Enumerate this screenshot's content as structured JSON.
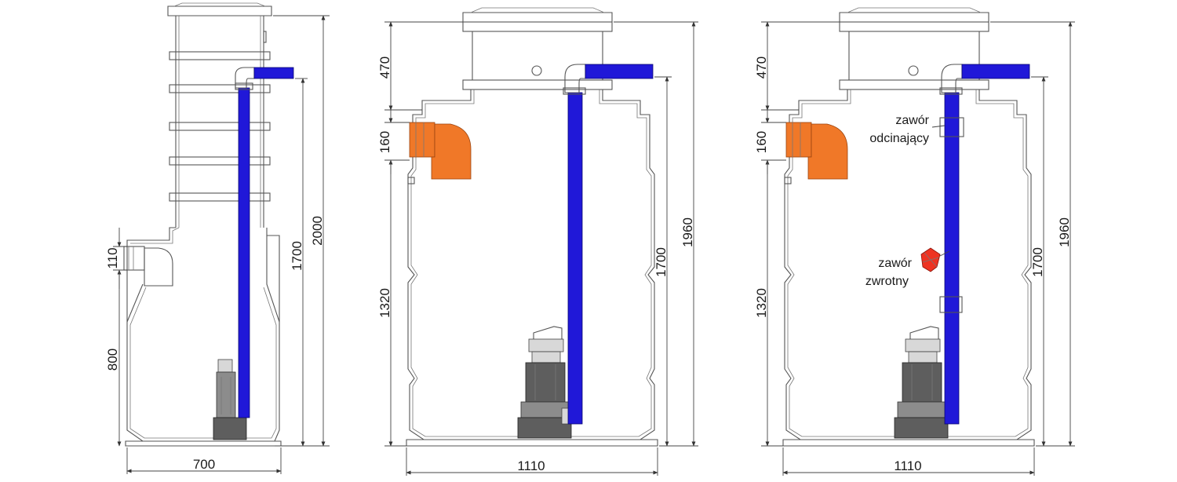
{
  "colors": {
    "pipe_blue": "#2018d8",
    "inlet_orange": "#f07828",
    "valve_red": "#ee3322",
    "outline_gray": "#555555"
  },
  "diagrams": [
    {
      "id": "left",
      "dims": {
        "top_height": "2000",
        "riser_height": "1700",
        "inlet_size": "110",
        "inlet_height": "800",
        "width": "700"
      }
    },
    {
      "id": "middle",
      "dims": {
        "cover_height": "470",
        "inlet_size": "160",
        "lower_height": "1320",
        "pipe_height": "1700",
        "total_height": "1960",
        "width": "1110"
      }
    },
    {
      "id": "right",
      "dims": {
        "cover_height": "470",
        "inlet_size": "160",
        "lower_height": "1320",
        "pipe_height": "1700",
        "total_height": "1960",
        "width": "1110"
      },
      "labels": {
        "shutoff_valve_line1": "zawór",
        "shutoff_valve_line2": "odcinający",
        "check_valve_line1": "zawór",
        "check_valve_line2": "zwrotny"
      }
    }
  ]
}
